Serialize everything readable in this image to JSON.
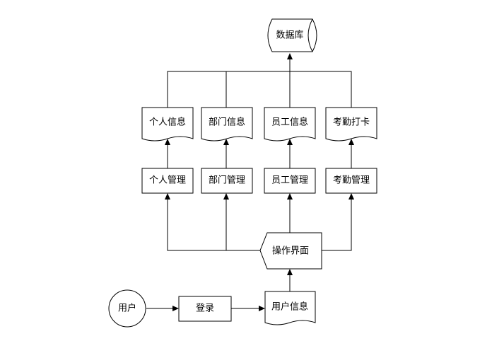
{
  "diagram": {
    "nodes": {
      "database": "数据库",
      "doc_personal_info": "个人信息",
      "doc_department_info": "部门信息",
      "doc_employee_info": "员工信息",
      "doc_attendance_clock": "考勤打卡",
      "box_personal_mgmt": "个人管理",
      "box_department_mgmt": "部门管理",
      "box_employee_mgmt": "员工管理",
      "box_attendance_mgmt": "考勤管理",
      "display_operation_ui": "操作界面",
      "circle_user": "用户",
      "box_login": "登录",
      "doc_user_info": "用户信息"
    }
  }
}
